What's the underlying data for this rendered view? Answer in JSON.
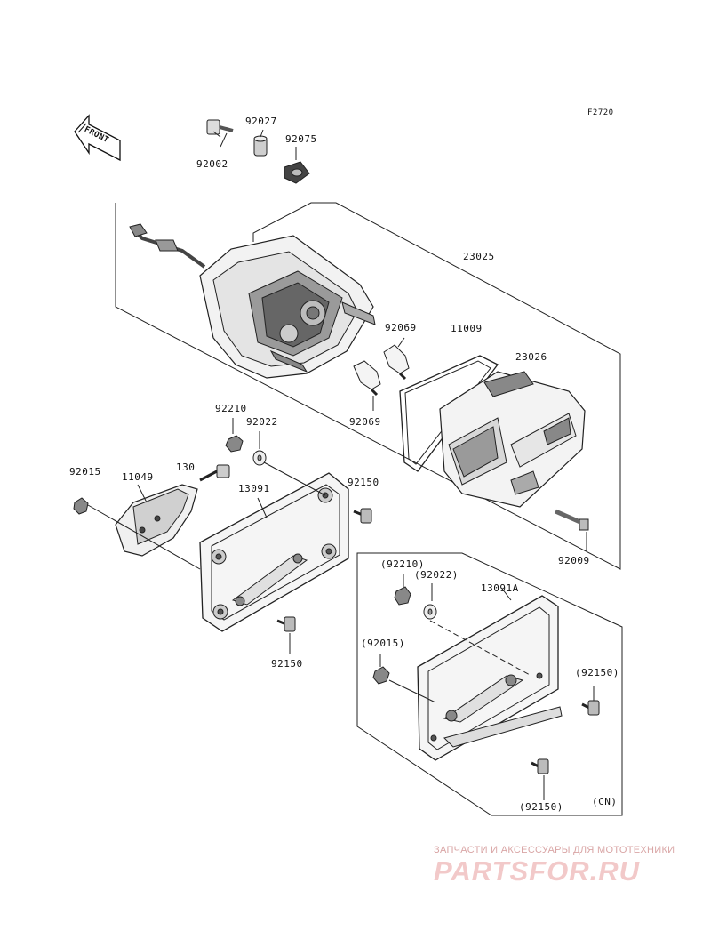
{
  "diagram": {
    "ref_code": "F2720",
    "front_label": "FRONT",
    "region_note": "(CN)",
    "parts": {
      "p92027": "92027",
      "p92002": "92002",
      "p92075": "92075",
      "p23025": "23025",
      "p92069_a": "92069",
      "p92069_b": "92069",
      "p11009": "11009",
      "p23026": "23026",
      "p92009": "92009",
      "p92210": "92210",
      "p92022": "92022",
      "p130": "130",
      "p92015": "92015",
      "p11049": "11049",
      "p13091": "13091",
      "p92150_a": "92150",
      "p92150_b": "92150",
      "p92210_cn": "(92210)",
      "p92022_cn": "(92022)",
      "p13091A": "13091A",
      "p92015_cn": "(92015)",
      "p92150_cn_a": "(92150)",
      "p92150_cn_b": "(92150)"
    }
  },
  "watermark": {
    "subtitle": "ЗАПЧАСТИ И АКСЕССУАРЫ ДЛЯ МОТОТЕХНИКИ",
    "logo": "PARTSFOR.RU"
  }
}
